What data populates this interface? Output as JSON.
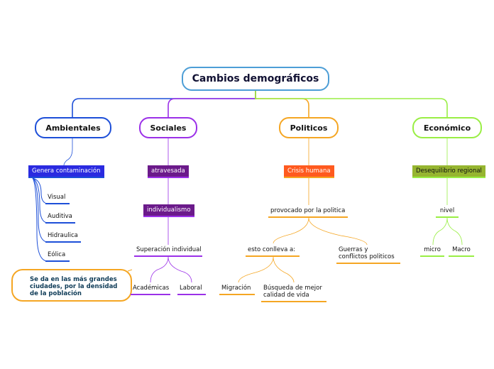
{
  "colors": {
    "ambientales": "#1d4fd8",
    "sociales": "#9b30e8",
    "politicos": "#f5a623",
    "economico": "#99ee44",
    "root": "#4d9ed6",
    "nota": "#f5a623"
  },
  "root": {
    "label": "Cambios demográficos"
  },
  "branches": {
    "ambientales": {
      "label": "Ambientales",
      "child": "Genera contaminación",
      "items": [
        "Visual",
        "Auditiva",
        "Hidraulica",
        "Eólica"
      ],
      "note": "Se da en las más grandes ciudades, por la densidad de la población"
    },
    "sociales": {
      "label": "Sociales",
      "child": "atravesada",
      "child2": "individualismo",
      "child3": "Superación individual",
      "items": [
        "Académicas",
        "Laboral"
      ]
    },
    "politicos": {
      "label": "Politicos",
      "child": "Crisis humana",
      "child2": "provocado por la politica",
      "sub1": "esto conlleva a:",
      "sub2": "Guerras y conflictos politicos",
      "items": [
        "Migración",
        "Búsqueda de mejor calidad de vida"
      ]
    },
    "economico": {
      "label": "Económico",
      "child": "Desequilibrio regional",
      "child2": "nivel",
      "items": [
        "micro",
        "Macro"
      ]
    }
  }
}
